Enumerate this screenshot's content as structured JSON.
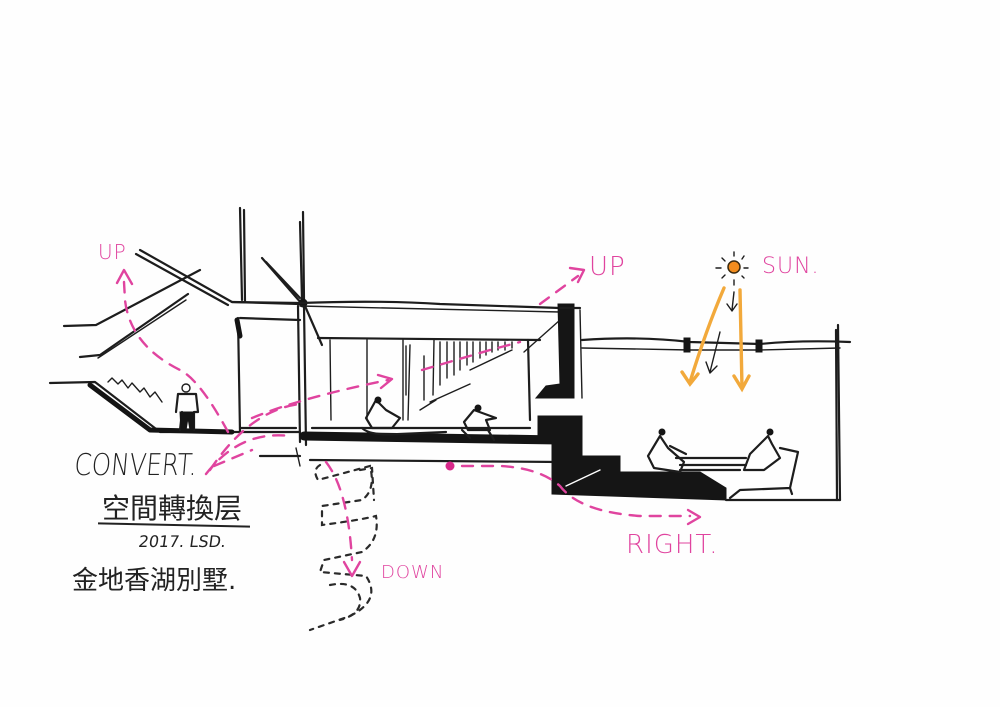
{
  "sketch": {
    "type": "architectural section sketch",
    "title_en": "CONVERT.",
    "title_cn": "空間轉換层",
    "date_signature": "2017. LSD.",
    "project_cn": "金地香湖別墅.",
    "annotations": {
      "up_left": "UP",
      "up_right": "UP",
      "sun": "SUN.",
      "down": "DOWN",
      "right": "RIGHT."
    },
    "colors": {
      "ink": "#1d1d1d",
      "circulation_pink": "#e0449f",
      "sun_orange": "#f2a93b",
      "paper": "#fefefe"
    },
    "elements": [
      "stair-up-left",
      "double-height-void",
      "lower-lounge-with-two-seated-figures",
      "spiral-stair-down",
      "sunken-living-room-with-two-seated-figures",
      "skylight-with-sun-rays",
      "standing-figure-on-stair-landing"
    ]
  }
}
